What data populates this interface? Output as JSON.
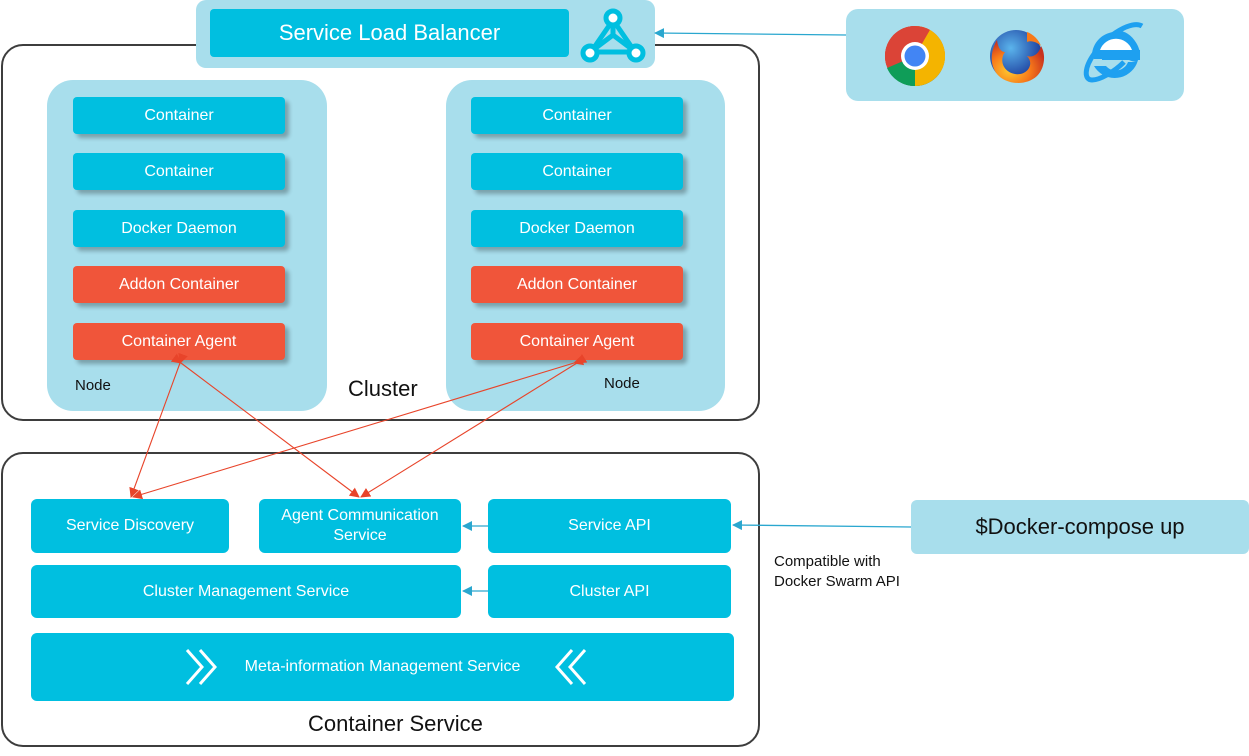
{
  "load_balancer": {
    "label": "Service Load Balancer",
    "icon": "network-hub-icon"
  },
  "browsers": [
    {
      "name": "chrome-icon"
    },
    {
      "name": "firefox-icon"
    },
    {
      "name": "internet-explorer-icon"
    }
  ],
  "cluster": {
    "label": "Cluster",
    "nodes": [
      {
        "label": "Node",
        "containers": [
          "Container",
          "Container"
        ],
        "daemon": "Docker Daemon",
        "addon": "Addon Container",
        "agent": "Container Agent"
      },
      {
        "label": "Node",
        "containers": [
          "Container",
          "Container"
        ],
        "daemon": "Docker Daemon",
        "addon": "Addon Container",
        "agent": "Container Agent"
      }
    ]
  },
  "container_service": {
    "label": "Container Service",
    "service_discovery": "Service Discovery",
    "agent_comm_line1": "Agent Communication",
    "agent_comm_line2": "Service",
    "service_api": "Service API",
    "cluster_mgmt": "Cluster Management Service",
    "cluster_api": "Cluster API",
    "meta_info": "Meta-information Management Service"
  },
  "compose": {
    "command": "$Docker-compose up",
    "note_line1": "Compatible with",
    "note_line2": "Docker Swarm API"
  },
  "colors": {
    "cyan": "#00bfe0",
    "light_blue": "#a8deec",
    "orange": "#f0553a",
    "frame": "#3d3d3d",
    "arrow_blue": "#2aa7cf",
    "arrow_red": "#e8442a"
  }
}
